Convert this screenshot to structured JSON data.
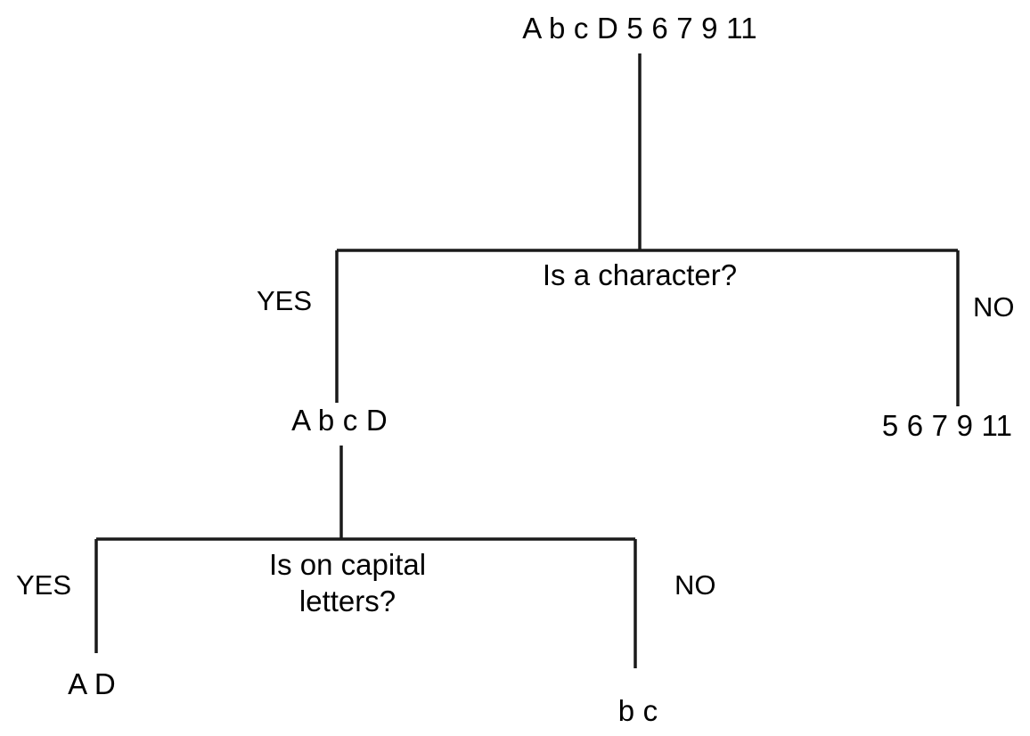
{
  "diagram": {
    "type": "decision-tree",
    "title": "",
    "line_color": "#1a1a1a",
    "text_color": "#000000",
    "background_color": "#ffffff",
    "root": {
      "label": "A b c D 5 6 7 9 11"
    },
    "decisions": [
      {
        "id": "is-a-character",
        "question": "Is a character?",
        "yes_label": "YES",
        "no_label": "NO"
      },
      {
        "id": "is-on-capital-letters",
        "question_line1": "Is on capital",
        "question_line2": "letters?",
        "yes_label": "YES",
        "no_label": "NO"
      }
    ],
    "nodes": {
      "characters": "A b c D",
      "numbers": "5 6 7 9 11",
      "capitals": "A D",
      "lowercase": "b c"
    }
  }
}
